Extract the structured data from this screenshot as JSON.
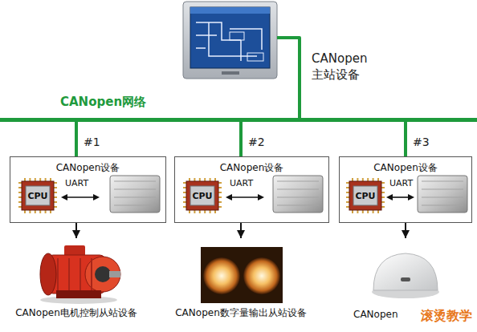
{
  "diagram": {
    "nodes": [
      {
        "text": [
          "CANopen 主站设备"
        ]
      },
      {
        "text": [
          "CANopen网络"
        ]
      },
      {
        "text": [
          "CANopen设备",
          "UART"
        ]
      },
      {
        "text": [
          "CPU"
        ],
        "in": 2
      },
      {
        "text": [
          "CANopen设备",
          "UART"
        ]
      },
      {
        "text": [
          "CPU"
        ],
        "in": 4
      },
      {
        "text": [
          "CANopen设备",
          "UART"
        ]
      },
      {
        "text": [
          "CPU"
        ],
        "in": 6
      },
      {
        "text": [
          "CANopen电机控制从站设备"
        ]
      },
      {
        "text": [
          "CANopen数字量输出从站设备"
        ]
      },
      {
        "text": [
          "CANopen"
        ]
      }
    ],
    "edges": [
      {
        "from": 0,
        "to": 1,
        "arrow": "none"
      },
      {
        "from": 1,
        "to": 2,
        "label": "#1",
        "arrow": "none"
      },
      {
        "from": 1,
        "to": 4,
        "label": "#2",
        "arrow": "none"
      },
      {
        "from": 1,
        "to": 6,
        "label": "#3",
        "arrow": "none"
      },
      {
        "from": 2,
        "to": 8,
        "arrow": "to"
      },
      {
        "from": 4,
        "to": 9,
        "arrow": "to"
      },
      {
        "from": 6,
        "to": 10,
        "arrow": "to"
      }
    ],
    "labels": [
      "滚烫教学"
    ]
  }
}
